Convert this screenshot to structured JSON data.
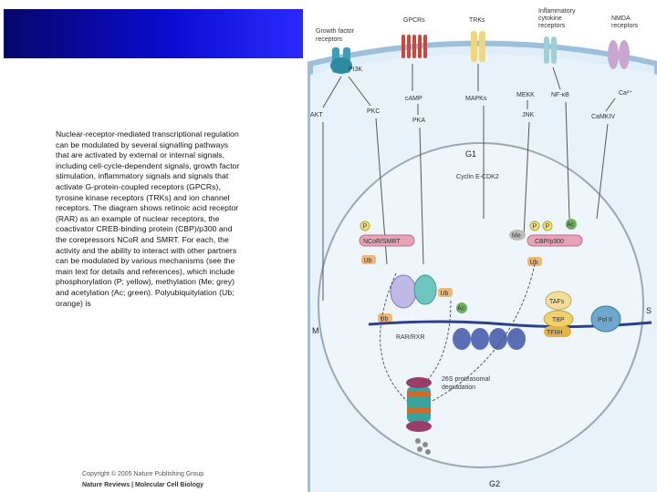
{
  "caption": "Nuclear-receptor-mediated transcriptional regulation\ncan be modulated by several signalling pathways\nthat are activated by external or internal signals,\nincluding cell-cycle-dependent signals, growth factor\nstimulation, inflammatory signals and signals that\nactivate G-protein-coupled receptors (GPCRs),\ntyrosine kinase receptors (TRKs) and ion channel\nreceptors. The diagram shows retinoic acid receptor\n(RAR) as an example of nuclear receptors, the\ncoactivator CREB-binding protein (CBP)/p300 and\nthe corepressors NCoR and SMRT. For each, the\nactivity and the ability to interact with other partners\ncan be modulated by various mechanisms (see the\nmain text for details and references), which include\nphosphorylation (P; yellow), methylation (Me; grey)\nand acetylation (Ac; green). Polyubiquitylation (Ub;\norange) is",
  "footer": {
    "copyright": "Copyright © 2005 Nature Publishing Group",
    "journal": "Nature Reviews | Molecular Cell Biology"
  },
  "colors": {
    "banner_dark": "#06066a",
    "banner_light": "#2a2aff",
    "membrane": "#c6dced",
    "cell_fill": "#dfeef9",
    "nucleus_fill": "#e9f3fb",
    "phospho": "#f1e17a",
    "acetyl": "#6fb15b",
    "methyl": "#bcbcbc",
    "ubiquitin": "#f0b877"
  },
  "diagram": {
    "receptors": {
      "growth_factor": "Growth factor\nreceptors",
      "gpcrs": "GPCRs",
      "trks": "TRKs",
      "inflammatory": "Inflammatory\ncytokine\nreceptors",
      "nmda": "NMDA\nreceptors"
    },
    "signals": {
      "pi3k": "PI3K",
      "akt": "AKT",
      "pkc": "PKC",
      "camp": "cAMP",
      "pka": "PKA",
      "mapks": "MAPKs",
      "mekk": "MEKK",
      "nfkb": "NF-κB",
      "jnk": "JNK",
      "ca": "Ca²⁺",
      "camkiv": "CaMKIV"
    },
    "cell_cycle": {
      "g1": "G1",
      "m": "M",
      "s": "S",
      "g2": "G2",
      "cyclin": "Cyclin E-CDK2"
    },
    "nuclear": {
      "ncor_smrt": "NCoR/SMRT",
      "cbp_p300": "CBP/p300",
      "rar_rxr": "RAR/RXR",
      "tafs": "TAFs",
      "tbp": "TBP",
      "tfiih": "TFIIH",
      "pol2": "Pol II",
      "proteasome": "26S proteasomal\ndegradation",
      "p": "P",
      "me": "Me",
      "ac": "Ac",
      "ub": "Ub"
    }
  }
}
